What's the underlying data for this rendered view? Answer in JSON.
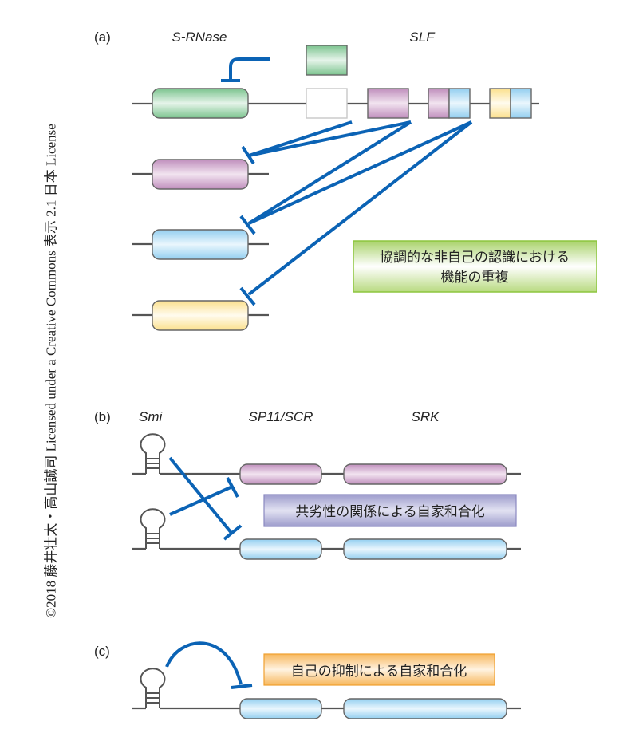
{
  "copyright": "©2018 藤井壮太・高山誠司 Licensed under a Creative Commons 表示 2.1 日本 License",
  "colors": {
    "inhibition_arrow": "#0b63b5",
    "green": "#7cc48f",
    "purple": "#c796c4",
    "blue": "#9fd6f2",
    "yellow": "#fbe39a",
    "dna_line": "#555555"
  },
  "panels": {
    "a": {
      "label": "(a)",
      "gene_labels": {
        "s_rnase": "S-RNase",
        "slf": "SLF"
      },
      "note": {
        "line1": "協調的な非自己の認識における",
        "line2": "機能の重複"
      }
    },
    "b": {
      "label": "(b)",
      "gene_labels": {
        "smi": "Smi",
        "sp11_scr": "SP11/SCR",
        "srk": "SRK"
      },
      "note": "共劣性の関係による自家和合化"
    },
    "c": {
      "label": "(c)",
      "note": "自己の抑制による自家和合化"
    }
  }
}
